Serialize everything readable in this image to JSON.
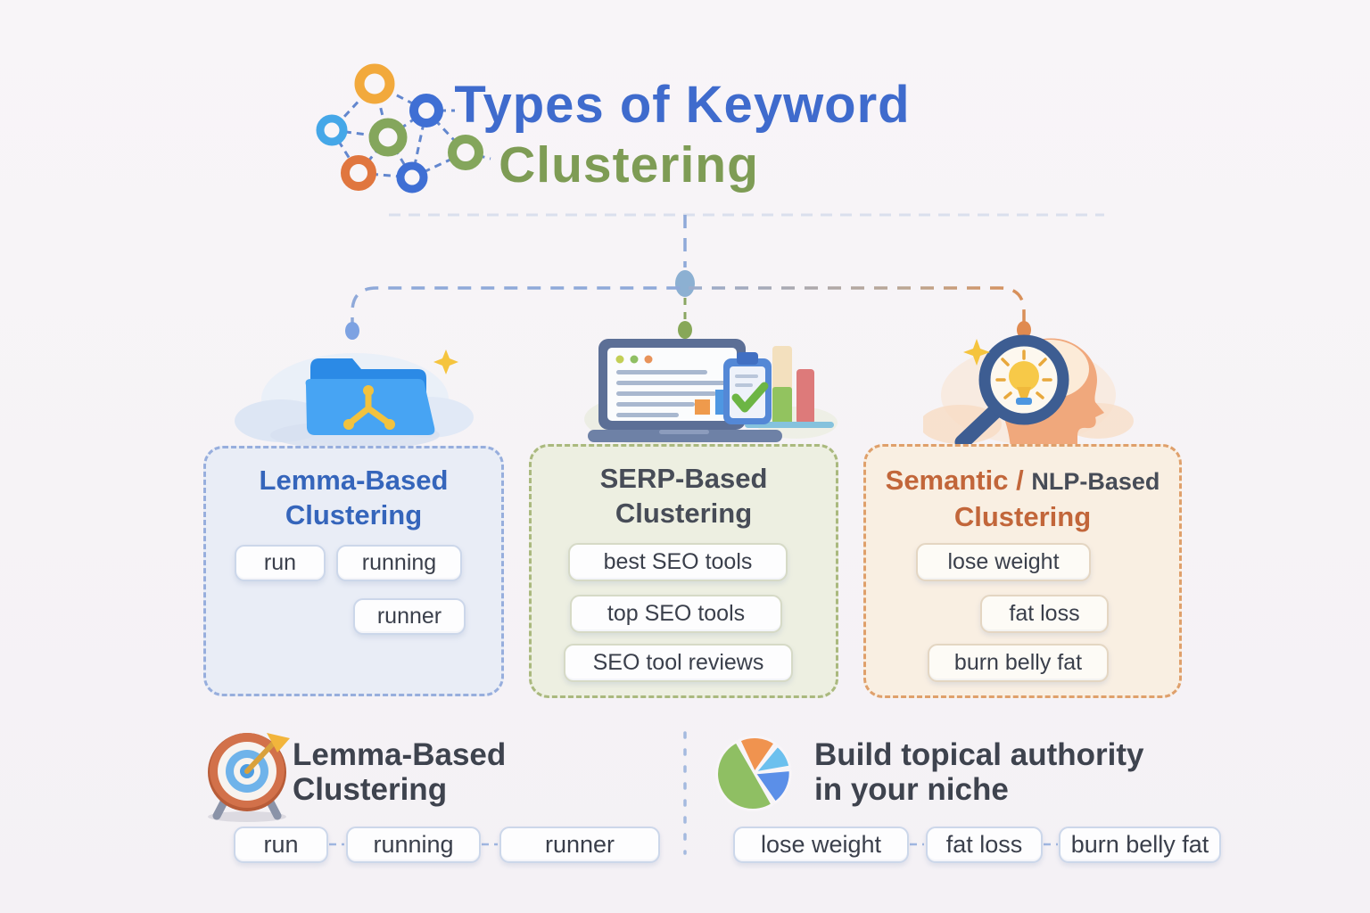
{
  "header": {
    "title_line1": "Types of Keyword",
    "title_line2": "Clustering",
    "icon": "cluster-network-icon",
    "title_color1": "#3f6bcd",
    "title_color2": "#7e9c55"
  },
  "cards": [
    {
      "id": "lemma-based",
      "title_line1": "Lemma-Based",
      "title_line2": "Clustering",
      "accent": "#3565bb",
      "border": "#97aedd",
      "bg": "#e9edf6",
      "icon": "folder-tree-icon",
      "keywords": [
        "run",
        "running",
        "runner"
      ]
    },
    {
      "id": "serp-based",
      "title_line1": "SERP-Based",
      "title_line2": "Clustering",
      "accent": "#474c57",
      "border": "#aab97e",
      "bg": "#edefe1",
      "icon": "laptop-serp-icon",
      "keywords": [
        "best SEO tools",
        "top SEO tools",
        "SEO tool reviews"
      ]
    },
    {
      "id": "semantic-nlp-based",
      "title_part1": "Semantic",
      "title_slash": "/",
      "title_part2": "NLP-Based",
      "title_line2": "Clustering",
      "accent": "#c2663a",
      "border": "#dfa06b",
      "bg": "#f9efe2",
      "icon": "head-magnifier-icon",
      "keywords": [
        "lose weight",
        "fat loss",
        "burn belly fat"
      ]
    }
  ],
  "bottom": {
    "left": {
      "icon": "target-icon",
      "title_line1": "Lemma-Based",
      "title_line2": "Clustering",
      "keywords": [
        "run",
        "running",
        "runner"
      ]
    },
    "right": {
      "icon": "pie-chart-icon",
      "title_line1": "Build topical authority",
      "title_line2": "in your niche",
      "keywords": [
        "lose weight",
        "fat loss",
        "burn belly fat"
      ]
    }
  }
}
